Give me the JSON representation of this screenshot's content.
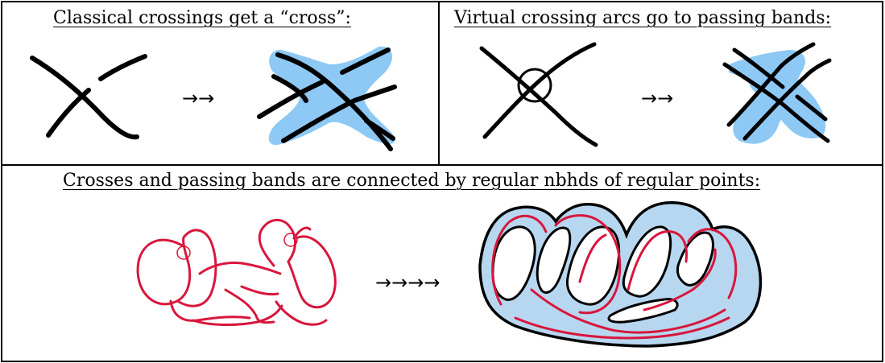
{
  "panels": {
    "top_left": {
      "caption": "Classical crossings get a “cross”:",
      "arrow": "→→"
    },
    "top_right": {
      "caption": "Virtual crossing arcs go to passing bands:",
      "arrow": "→→"
    },
    "bottom": {
      "caption": "Crosses and passing bands are connected by regular nbhds of regular points:",
      "arrow": "→→→→"
    }
  },
  "colors": {
    "band_fill": "#8ec9f5",
    "surface_fill": "#b7d7f0",
    "knot": "#d8163c",
    "ink": "#000000"
  }
}
